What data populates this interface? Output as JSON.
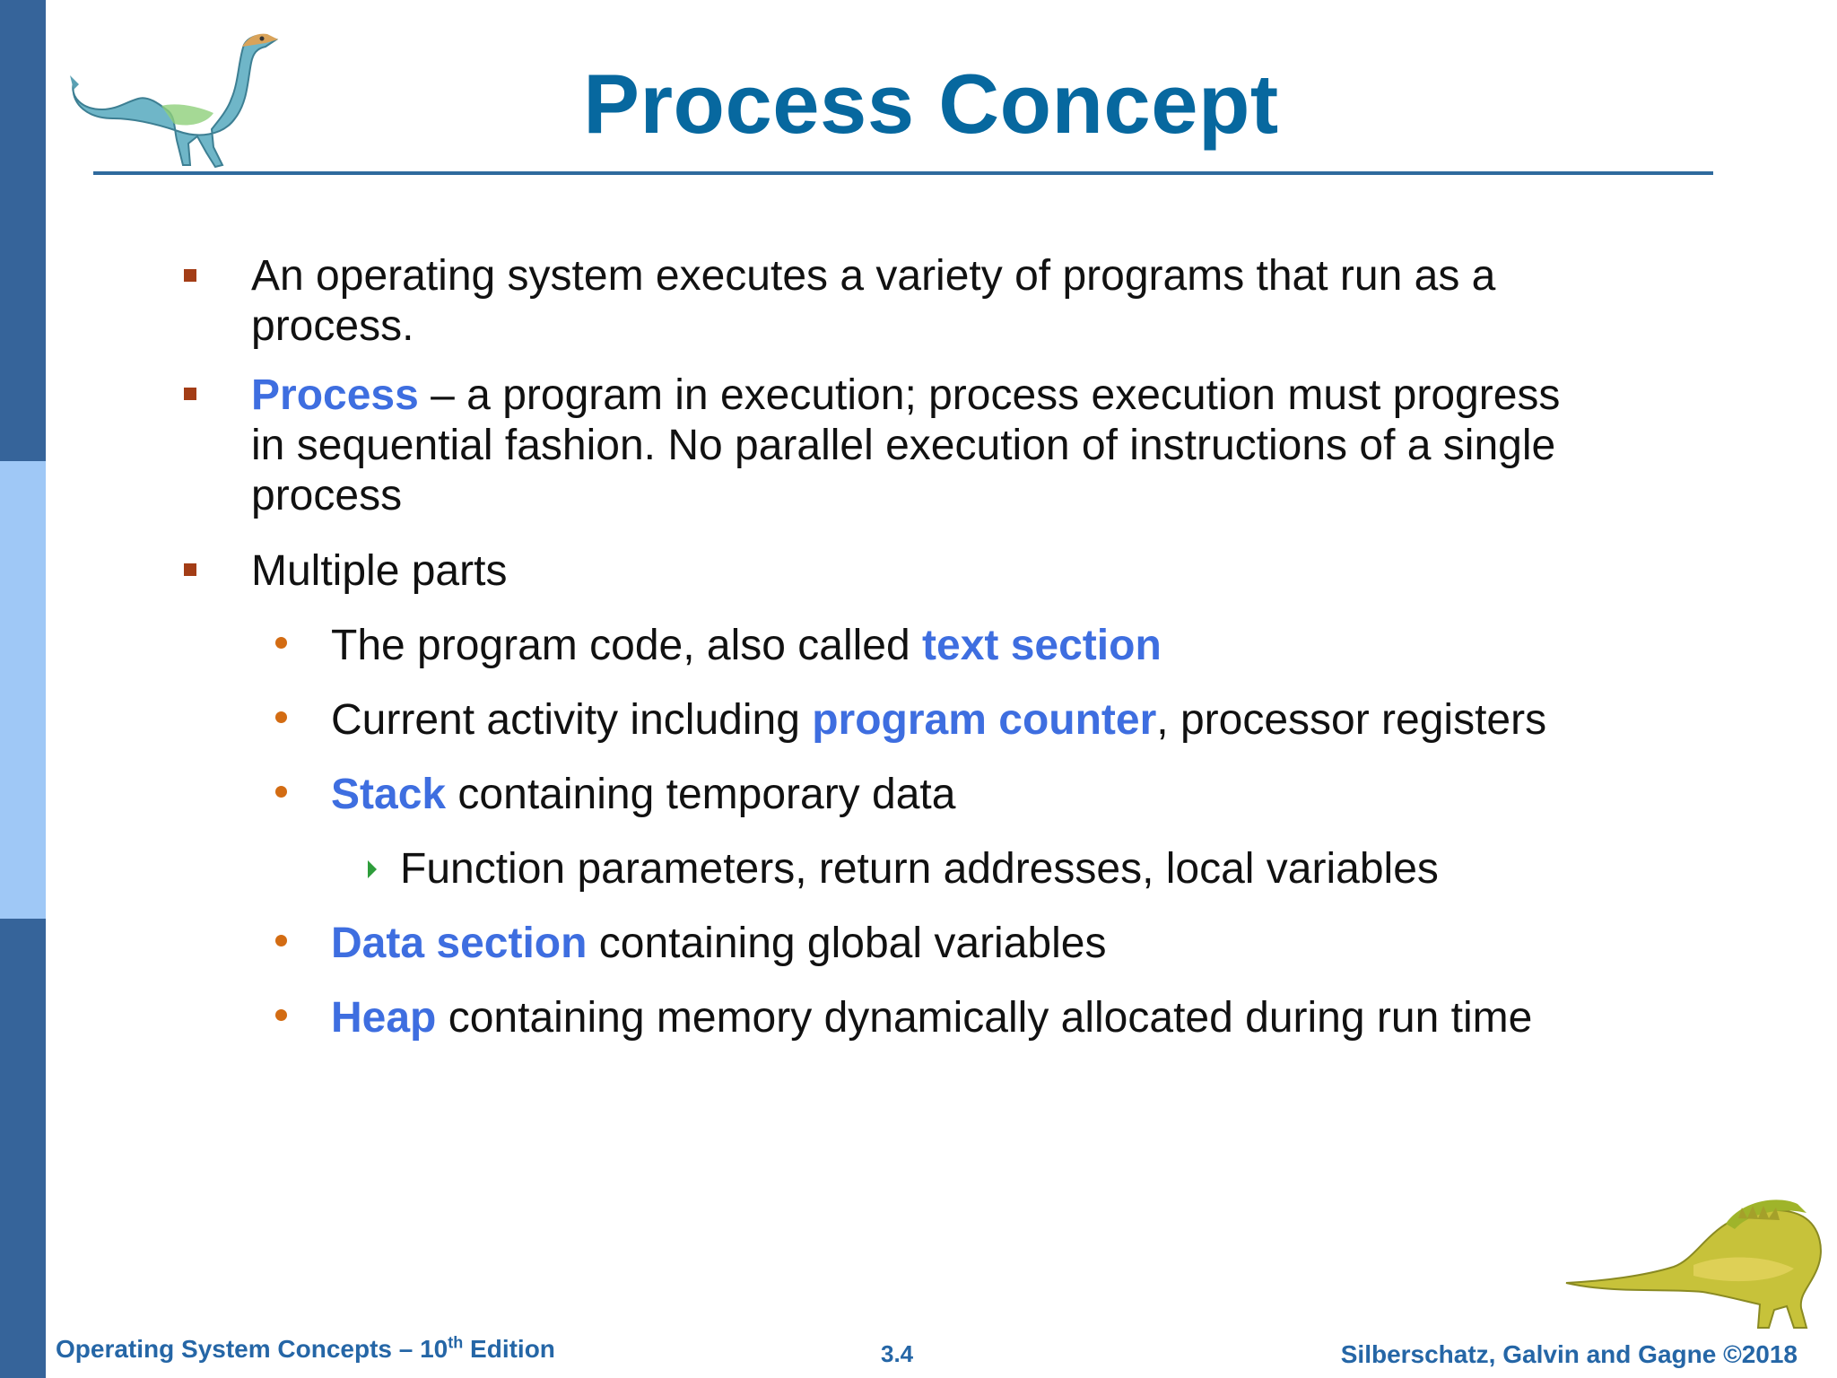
{
  "slide": {
    "title": "Process Concept",
    "bullets": [
      {
        "lines": [
          "An operating system executes a variety of programs that run as a",
          "process."
        ]
      },
      {
        "term": "Process",
        "lines": [
          " – a program in execution; process execution must progress",
          "in sequential fashion. No parallel execution of instructions of a  single",
          "process"
        ]
      },
      {
        "lines": [
          "Multiple parts"
        ]
      }
    ],
    "sub_bullets": [
      {
        "pre": "The program code, also called ",
        "term": "text section",
        "post": ""
      },
      {
        "pre": "Current activity including ",
        "term": "program counter",
        "post": ", processor registers"
      },
      {
        "pre": "",
        "term": "Stack",
        "post": " containing temporary data"
      },
      {
        "pre": "",
        "term": "Data section",
        "post": " containing global variables"
      },
      {
        "pre": "",
        "term": "Heap",
        "post": " containing memory dynamically allocated during run time"
      }
    ],
    "sub_sub_bullet": "Function parameters, return addresses, local variables"
  },
  "footer": {
    "left_main": "Operating System Concepts – 10",
    "left_sup": "th",
    "left_tail": " Edition",
    "page_number": "3.4",
    "copyright": "Silberschatz, Galvin and Gagne ©2018"
  },
  "colors": {
    "title": "#07689f",
    "keyword": "#3e6ee0",
    "sidebar_dark": "#36649a",
    "sidebar_light": "#9fc8f6",
    "square_bullet": "#a33d16",
    "dot_bullet": "#d36c13",
    "triangle_bullet": "#2e9d3b"
  }
}
